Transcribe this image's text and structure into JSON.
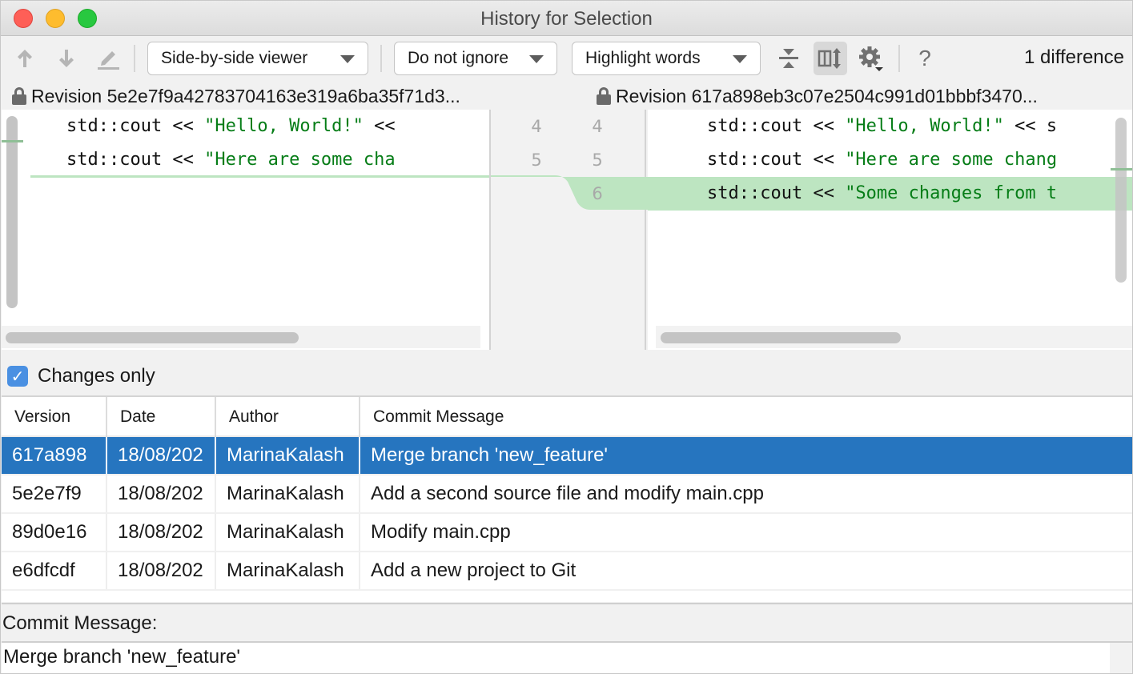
{
  "window": {
    "title": "History for Selection",
    "controls": {
      "close_color": "#fe5f57",
      "minimize_color": "#febc2e",
      "zoom_color": "#28c840"
    }
  },
  "toolbar": {
    "prev_diff_icon": "arrow-up-icon",
    "next_diff_icon": "arrow-down-icon",
    "edit_icon": "pencil-icon",
    "viewer_combo": "Side-by-side viewer",
    "ignore_combo": "Do not ignore",
    "highlight_combo": "Highlight words",
    "collapse_icon": "collapse-unchanged-icon",
    "sync_scroll_icon": "synchronize-scrolling-icon",
    "settings_icon": "gear-icon",
    "help_label": "?",
    "difference_count": "1 difference"
  },
  "left_pane": {
    "header": "Revision 5e2e7f9a42783704163e319a6ba35f71d3...",
    "lines": [
      {
        "number": "4",
        "prefix": "    std::cout << ",
        "string": "\"Hello, World!\"",
        "suffix": " <<"
      },
      {
        "number": "5",
        "prefix": "    std::cout << ",
        "string": "\"Here are some cha",
        "suffix": ""
      }
    ]
  },
  "right_pane": {
    "header": "Revision 617a898eb3c07e2504c991d01bbbf3470...",
    "lines": [
      {
        "number": "4",
        "prefix": "std::cout << ",
        "string": "\"Hello, World!\"",
        "suffix": " << s"
      },
      {
        "number": "5",
        "prefix": "std::cout << ",
        "string": "\"Here are some chang",
        "suffix": ""
      },
      {
        "number": "6",
        "prefix": "std::cout << ",
        "string": "\"Some changes from t",
        "suffix": ""
      }
    ]
  },
  "colors": {
    "inserted_bg": "#bde5c1",
    "string_fg": "#067d17",
    "selection_bg": "#2675bf",
    "checkbox_bg": "#4a90e2"
  },
  "filter": {
    "changes_only_label": "Changes only",
    "changes_only_checked": true
  },
  "table": {
    "columns": [
      "Version",
      "Date",
      "Author",
      "Commit Message"
    ],
    "rows": [
      {
        "version": "617a898",
        "date": "18/08/202",
        "author": "MarinaKalash",
        "message": "Merge branch 'new_feature'",
        "selected": true
      },
      {
        "version": "5e2e7f9",
        "date": "18/08/202",
        "author": "MarinaKalash",
        "message": "Add a second source file and modify main.cpp",
        "selected": false
      },
      {
        "version": "89d0e16",
        "date": "18/08/202",
        "author": "MarinaKalash",
        "message": "Modify main.cpp",
        "selected": false
      },
      {
        "version": "e6dfcdf",
        "date": "18/08/202",
        "author": "MarinaKalash",
        "message": "Add a new project to Git",
        "selected": false
      }
    ]
  },
  "commit_message": {
    "label": "Commit Message:",
    "value": "Merge branch 'new_feature'"
  }
}
